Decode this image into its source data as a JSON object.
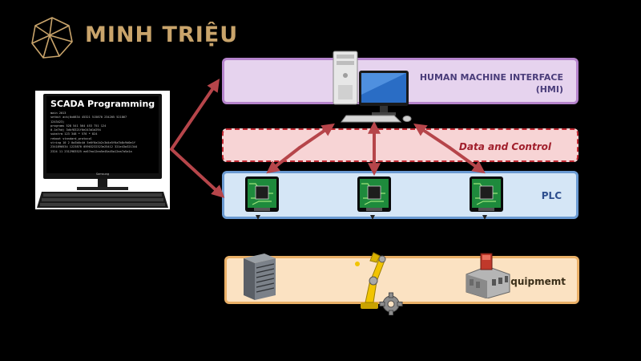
{
  "brand": {
    "name": "MINH TRIỆU"
  },
  "monitor": {
    "title": "SCADA Programming",
    "code_lines": [
      "main 2013",
      "setbit ack(0x0834 45321 515870 234205 521867",
      "1243423)",
      "programs 528 541 564 453 751 124",
      "0.1e7hdj 3dkf8321f0e243d1d294",
      "substrm 123 348 * 576 * 824",
      "reboot standard_protocol",
      "string 10 2 0a3b0c4d 5e6f0a1b2c3d4e5f6a7b8c9d0e1f",
      "2341890534 1223870 05903232323e25412 321e43a321344",
      "2324 11 2312983525 ea57ea12ea5e45a45a12ea7a5a1a"
    ],
    "brand": "Samsung"
  },
  "layers": {
    "hmi": {
      "label_line1": "HUMAN MACHINE INTERFACE",
      "label_line2": "(HMI)"
    },
    "data": {
      "label": "Data and Control"
    },
    "plc": {
      "label": "PLC"
    },
    "equipment": {
      "label": "Equipmemt"
    }
  },
  "colors": {
    "brand_gold": "#c9a46b",
    "arrow": "#b6454a",
    "hmi_fill": "#e6d3ee",
    "hmi_border": "#b583cc",
    "data_fill": "#f7d4d5",
    "data_border": "#c02a33",
    "plc_fill": "#d5e6f6",
    "plc_border": "#6a9ad2",
    "equip_fill": "#fbe2c2",
    "equip_border": "#eab067"
  }
}
